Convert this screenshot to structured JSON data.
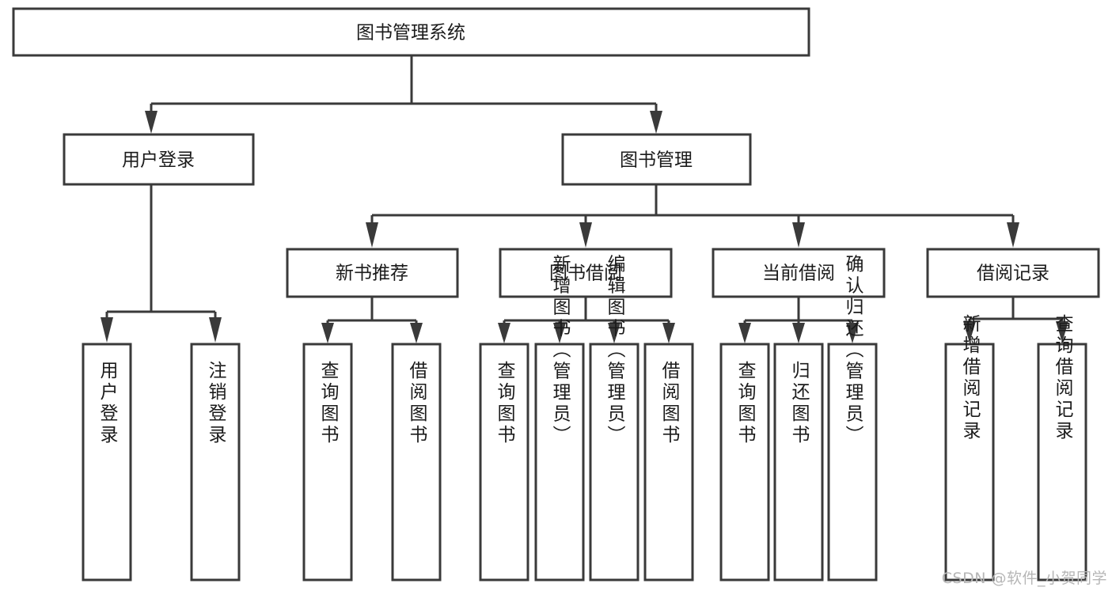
{
  "diagram": {
    "title": "图书管理系统",
    "type": "tree",
    "nodes": {
      "root": {
        "label": "图书管理系统",
        "orientation": "horizontal"
      },
      "user_login": {
        "label": "用户登录",
        "orientation": "horizontal"
      },
      "book_manage": {
        "label": "图书管理",
        "orientation": "horizontal"
      },
      "new_book_rec": {
        "label": "新书推荐",
        "orientation": "horizontal"
      },
      "book_borrow": {
        "label": "图书借阅",
        "orientation": "horizontal"
      },
      "current_borrow": {
        "label": "当前借阅",
        "orientation": "horizontal"
      },
      "borrow_record": {
        "label": "借阅记录",
        "orientation": "horizontal"
      },
      "leaf_user_login": {
        "label": "用户登录",
        "orientation": "vertical"
      },
      "leaf_logout": {
        "label": "注销登录",
        "orientation": "vertical"
      },
      "leaf_query_book_1": {
        "label": "查询图书",
        "orientation": "vertical"
      },
      "leaf_borrow_book_1": {
        "label": "借阅图书",
        "orientation": "vertical"
      },
      "leaf_query_book_2": {
        "label": "查询图书",
        "orientation": "vertical"
      },
      "leaf_add_book": {
        "label": "新增图书（管理员）",
        "orientation": "vertical"
      },
      "leaf_edit_book": {
        "label": "编辑图书（管理员）",
        "orientation": "vertical"
      },
      "leaf_borrow_book_2": {
        "label": "借阅图书",
        "orientation": "vertical"
      },
      "leaf_query_book_3": {
        "label": "查询图书",
        "orientation": "vertical"
      },
      "leaf_return_book": {
        "label": "归还图书",
        "orientation": "vertical"
      },
      "leaf_confirm_return": {
        "label": "确认归还（管理员）",
        "orientation": "vertical"
      },
      "leaf_add_record": {
        "label": "新增借阅记录",
        "orientation": "vertical"
      },
      "leaf_query_record": {
        "label": "查询借阅记录",
        "orientation": "vertical"
      }
    },
    "edges": [
      {
        "from": "root",
        "to": "user_login"
      },
      {
        "from": "root",
        "to": "book_manage"
      },
      {
        "from": "user_login",
        "to": "leaf_user_login"
      },
      {
        "from": "user_login",
        "to": "leaf_logout"
      },
      {
        "from": "book_manage",
        "to": "new_book_rec"
      },
      {
        "from": "book_manage",
        "to": "book_borrow"
      },
      {
        "from": "book_manage",
        "to": "current_borrow"
      },
      {
        "from": "book_manage",
        "to": "borrow_record"
      },
      {
        "from": "new_book_rec",
        "to": "leaf_query_book_1"
      },
      {
        "from": "new_book_rec",
        "to": "leaf_borrow_book_1"
      },
      {
        "from": "book_borrow",
        "to": "leaf_query_book_2"
      },
      {
        "from": "book_borrow",
        "to": "leaf_add_book"
      },
      {
        "from": "book_borrow",
        "to": "leaf_edit_book"
      },
      {
        "from": "book_borrow",
        "to": "leaf_borrow_book_2"
      },
      {
        "from": "current_borrow",
        "to": "leaf_query_book_3"
      },
      {
        "from": "current_borrow",
        "to": "leaf_return_book"
      },
      {
        "from": "current_borrow",
        "to": "leaf_confirm_return"
      },
      {
        "from": "borrow_record",
        "to": "leaf_add_record"
      },
      {
        "from": "borrow_record",
        "to": "leaf_query_record"
      }
    ],
    "colors": {
      "stroke": "#3a3a3a",
      "fill": "#ffffff",
      "text": "#1b1b1b",
      "watermark": "#b6b6b6"
    }
  },
  "watermark": {
    "text": "CSDN @软件_小贺同学"
  }
}
